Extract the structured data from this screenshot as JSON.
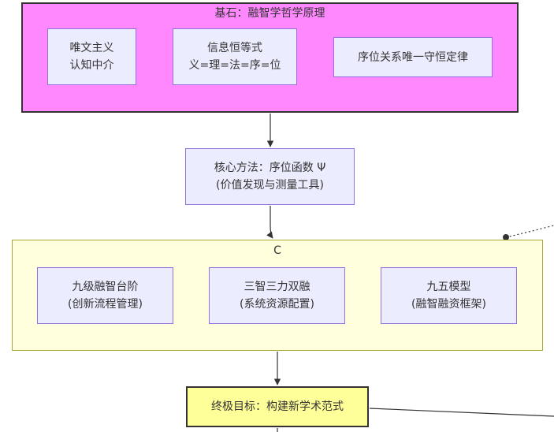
{
  "foundation": {
    "title": "基石：融智学哲学原理",
    "nodes": [
      {
        "lines": [
          "唯文主义",
          "认知中介"
        ]
      },
      {
        "lines": [
          "信息恒等式",
          "义=理=法=序=位"
        ]
      },
      {
        "lines": [
          "序位关系唯一守恒定律"
        ]
      }
    ]
  },
  "core_method": {
    "lines": [
      "核心方法：序位函数 Ψ",
      "(价值发现与测量工具)"
    ]
  },
  "cluster_c": {
    "title": "C",
    "nodes": [
      {
        "lines": [
          "九级融智台阶",
          "(创新流程管理)"
        ]
      },
      {
        "lines": [
          "三智三力双融",
          "(系统资源配置)"
        ]
      },
      {
        "lines": [
          "九五模型",
          "(融智融资框架)"
        ]
      }
    ]
  },
  "ultimate_goal": {
    "label": "终极目标：构建新学术范式"
  },
  "colors": {
    "foundation_fill": "#FF88FF",
    "cluster_fill": "#FFFFDE",
    "node_fill": "#ECECFF",
    "node_border": "#9370DB",
    "goal_fill": "#FFFF99",
    "edge": "#333333"
  }
}
